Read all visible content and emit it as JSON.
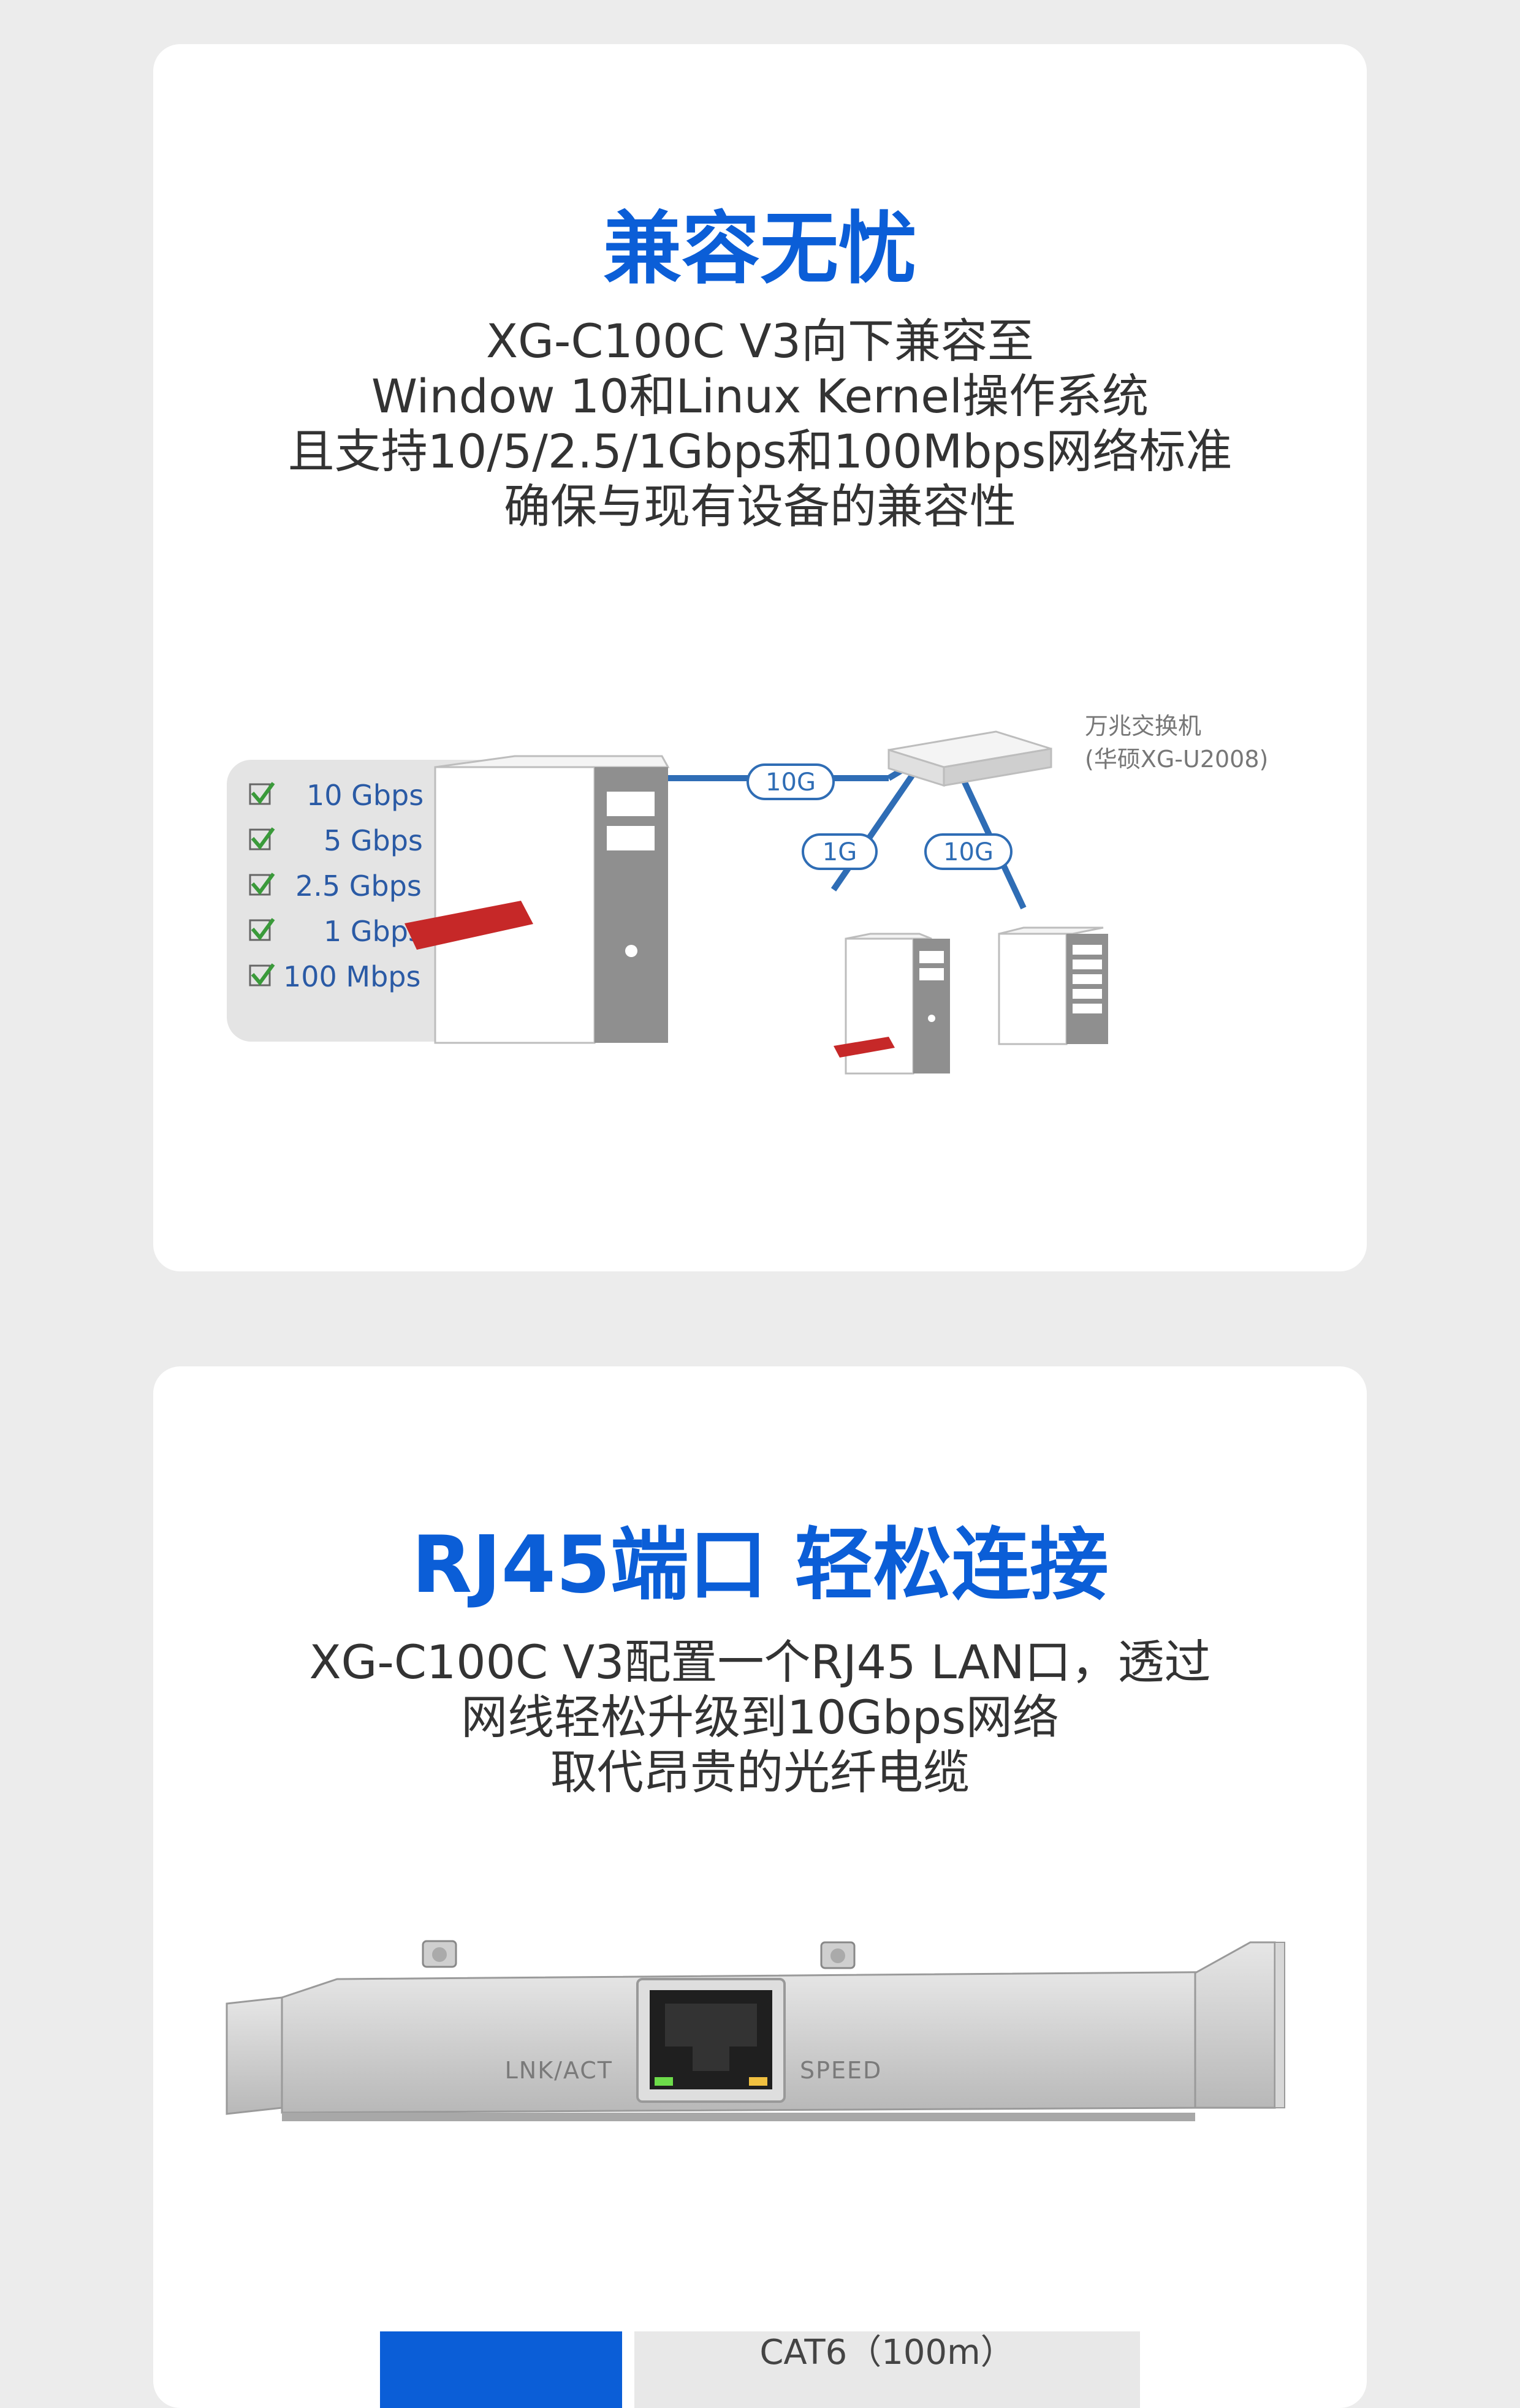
{
  "compat": {
    "title": "兼容无忧",
    "desc_lines": [
      "XG-C100C V3向下兼容至",
      "Window 10和Linux Kernel操作系统",
      "且支持10/5/2.5/1Gbps和100Mbps网络标准",
      "确保与现有设备的兼容性"
    ],
    "speeds": [
      "10  Gbps",
      "5  Gbps",
      "2.5  Gbps",
      "1  Gbps",
      "100 Mbps"
    ],
    "switch_label_1": "万兆交换机",
    "switch_label_2": "(华硕XG-U2008)",
    "link_main": "10G",
    "link_left": "1G",
    "link_right": "10G"
  },
  "rj45": {
    "title": "RJ45端口 轻松连接",
    "desc_lines": [
      "XG-C100C V3配置一个RJ45 LAN口，透过",
      "网线轻松升级到10Gbps网络",
      "取代昂贵的光纤电缆"
    ],
    "led_left": "LNK/ACT",
    "led_right": "SPEED",
    "tab_active": "",
    "tab_inactive": "CAT6（100m）"
  },
  "colors": {
    "accent": "#0b5ed7",
    "card_red": "#c62828",
    "line_blue": "#2f6db5"
  }
}
